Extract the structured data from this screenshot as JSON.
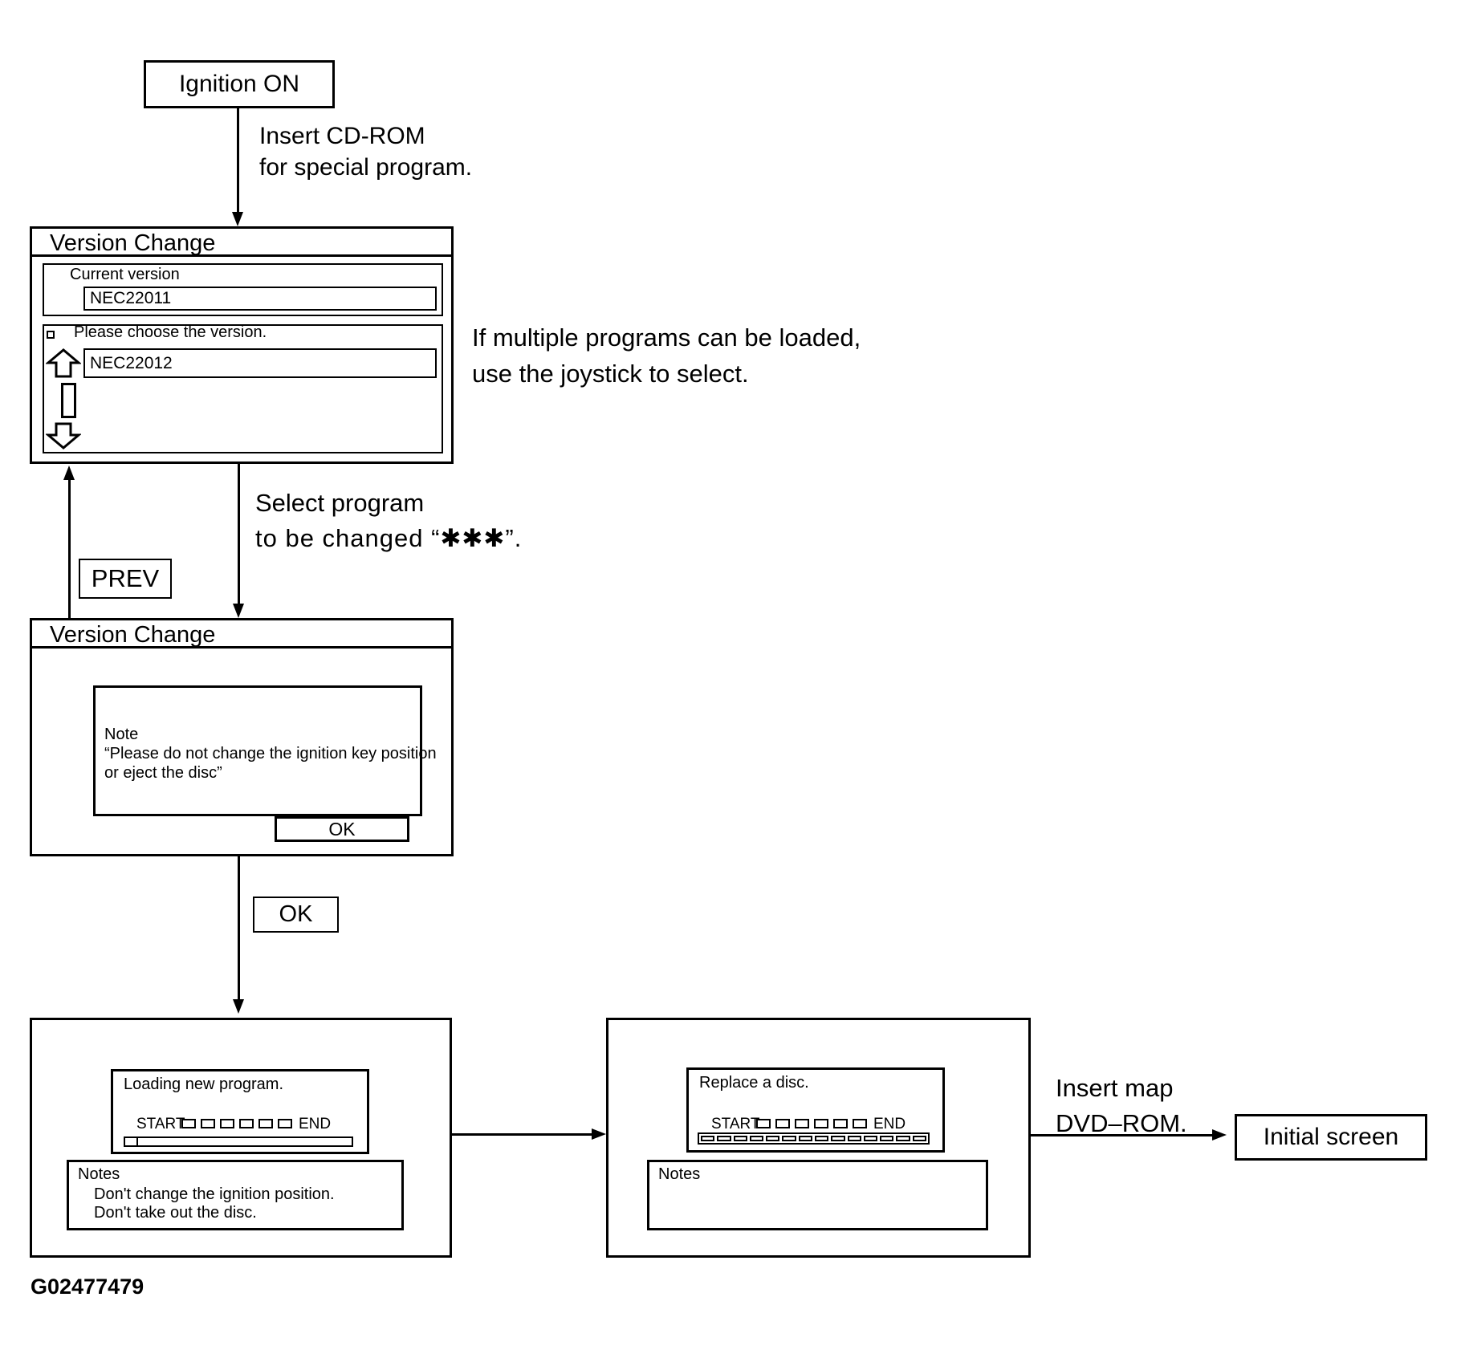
{
  "flow": {
    "ignition_label": "Ignition ON",
    "insert_cdrom_note": [
      "Insert CD-ROM",
      "for special program."
    ],
    "multi_program_note": [
      "If multiple programs can be loaded,",
      "use the joystick to select."
    ],
    "select_program_note": [
      "Select program",
      "to be changed “✱✱✱”."
    ],
    "prev_label": "PREV",
    "ok_label": "OK",
    "insert_dvd_note": [
      "Insert map",
      "DVD–ROM."
    ],
    "initial_screen_label": "Initial screen",
    "figure_id": "G02477479"
  },
  "screen1": {
    "title": "Version Change",
    "current_version_label": "Current version",
    "current_version_value": "NEC22011",
    "choose_prompt": "Please choose the version.",
    "selected_version_value": "NEC22012"
  },
  "screen2": {
    "title": "Version Change",
    "note_lines": [
      "Note",
      "“Please do not change the ignition key position",
      "or eject the disc”"
    ],
    "ok_button": "OK"
  },
  "screen3": {
    "message": "Loading new program.",
    "start_label": "START",
    "end_label": "END",
    "indicator_segments": 6,
    "bar_cells": 1,
    "notes_lines": [
      "Notes",
      "Don't change the ignition position.",
      "Don't take out the disc."
    ]
  },
  "screen4": {
    "message": "Replace a disc.",
    "start_label": "START",
    "end_label": "END",
    "indicator_segments": 6,
    "bar_cells": 14,
    "notes_lines": [
      "Notes"
    ]
  }
}
